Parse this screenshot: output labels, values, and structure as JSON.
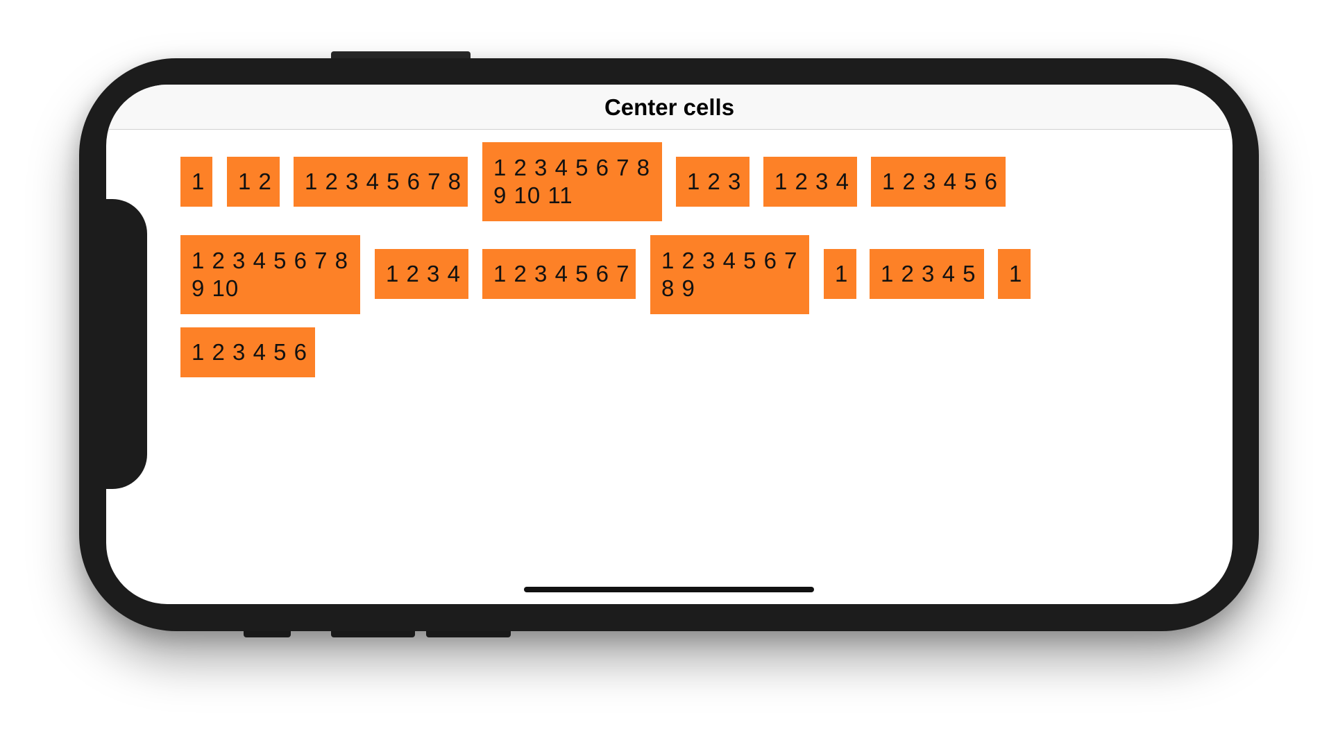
{
  "nav": {
    "title": "Center cells"
  },
  "colors": {
    "cell": "#fd8127",
    "frame": "#1c1c1c",
    "header": "#f8f8f8"
  },
  "cells": [
    "1",
    "1 2",
    "1 2 3 4 5 6 7 8",
    "1 2 3 4 5 6 7 8 9 10 11",
    "1 2 3",
    "1 2 3 4",
    "1 2 3 4 5 6",
    "1 2 3 4 5 6 7 8 9 10",
    "1 2 3 4",
    "1 2 3 4 5 6 7",
    "1 2 3 4 5 6 7 8 9",
    "1",
    "1 2 3 4 5",
    "1",
    "1 2 3 4 5 6"
  ]
}
